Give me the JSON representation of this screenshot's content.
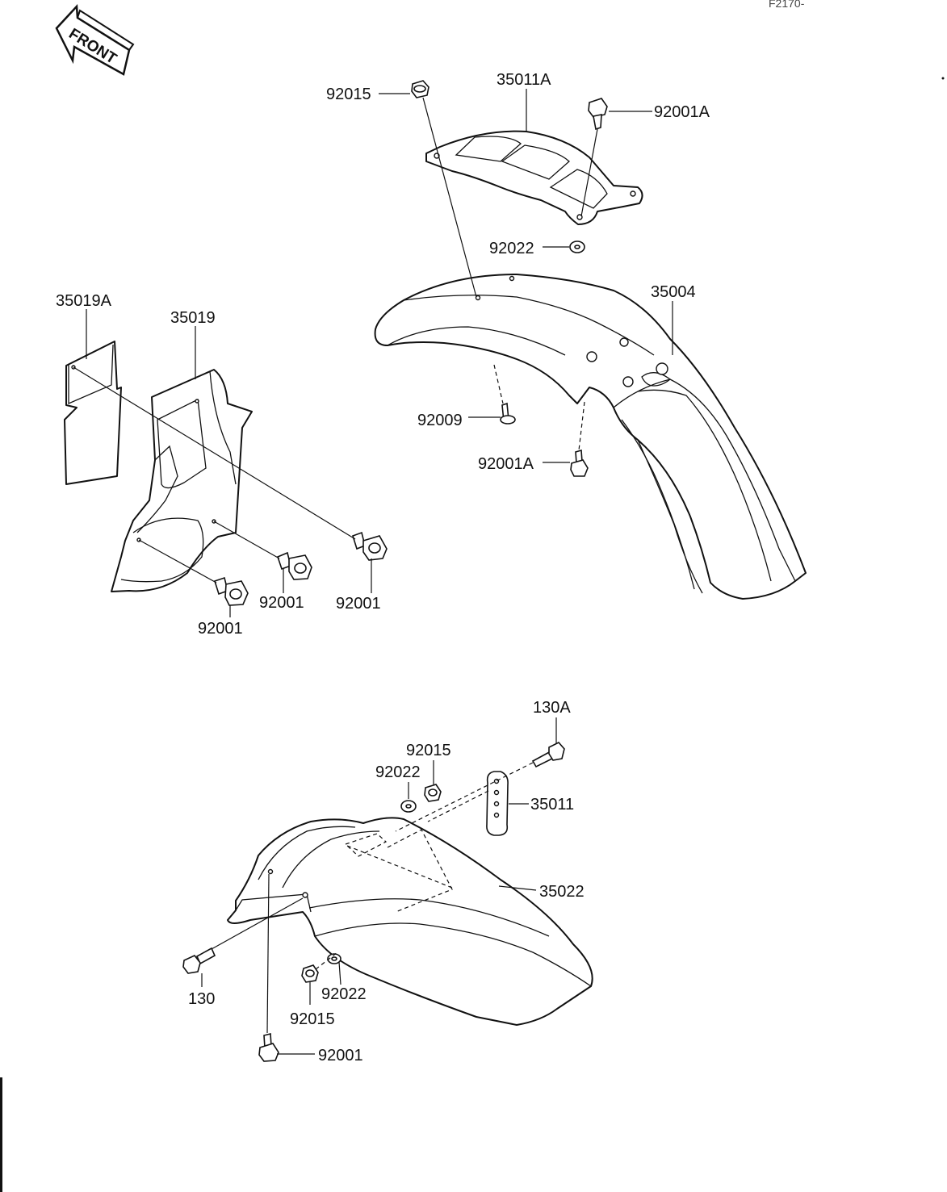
{
  "page_code": "F2170-",
  "front_label": "FRONT",
  "parts": {
    "p92015_top": "92015",
    "p35011A": "35011A",
    "p92001A_top": "92001A",
    "p92022_top": "92022",
    "p35004": "35004",
    "p92009": "92009",
    "p92001A_mid": "92001A",
    "p35019A": "35019A",
    "p35019": "35019",
    "p92001_a": "92001",
    "p92001_b": "92001",
    "p92001_c": "92001",
    "p130A": "130A",
    "p92015_mid": "92015",
    "p92022_mid": "92022",
    "p35011": "35011",
    "p35022": "35022",
    "p130": "130",
    "p92022_low": "92022",
    "p92015_low": "92015",
    "p92001_bottom": "92001"
  }
}
